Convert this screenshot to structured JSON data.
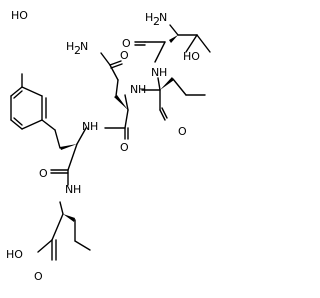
{
  "molecule": {
    "labels": {
      "ho_phenol": "HO",
      "nh2_terminal": "H",
      "nh2_terminal_sub": "2",
      "nh2_terminal_n": "N",
      "oh_threonine": "HO",
      "o_thr_carbonyl": "O",
      "nh_thr_amide": "N",
      "nh_thr_amide_h": "H",
      "o_asn_side": "O",
      "n_asn_side": "H",
      "n_asn_side_sub": "2",
      "n_asn_side_n": "N",
      "nh_abu_amide": "N",
      "nh_abu_amide_h": "H",
      "o_abu_carbonyl": "O",
      "nh_asn_amide": "N",
      "nh_asn_amide_h": "H",
      "o_asn_carbonyl": "O",
      "o_tyr_carbonyl": "O",
      "nh_tyr_amide": "N",
      "nh_tyr_amide_h": "H",
      "oh_acid": "HO",
      "o_acid": "O"
    }
  }
}
